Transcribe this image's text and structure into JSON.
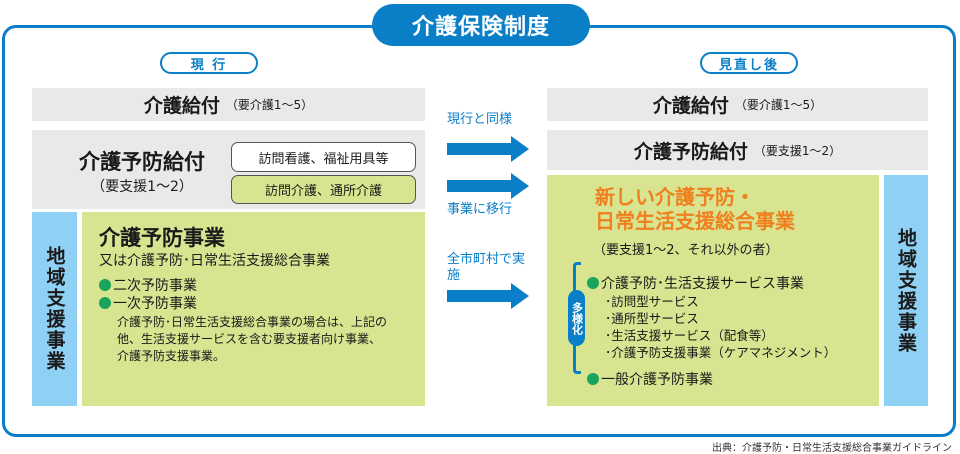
{
  "title": "介護保険制度",
  "colors": {
    "accent_blue": "#0a7fc8",
    "gray_box": "#e8e9e9",
    "green_box": "#d8e48f",
    "light_blue_box": "#8fd1f4",
    "orange_heading": "#f07f1e",
    "bullet_green": "#1aa35a"
  },
  "current": {
    "tag": "現 行",
    "kaigo_kyufu": {
      "label": "介護給付",
      "sub": "（要介護1～5）"
    },
    "yobou_kyufu": {
      "label": "介護予防給付",
      "sub": "（要支援1～2）",
      "items": [
        "訪問看護、福祉用具等",
        "訪問介護、通所介護"
      ]
    },
    "chiiki": "地域支援事業",
    "jigyou": {
      "title": "介護予防事業",
      "subtitle": "又は介護予防･日常生活支援総合事業",
      "bullets": [
        "二次予防事業",
        "一次予防事業"
      ],
      "note": "介護予防･日常生活支援総合事業の場合は、上記の他、生活支援サービスを含む要支援者向け事業、介護予防支援事業。"
    }
  },
  "arrows": [
    {
      "label": "現行と同様",
      "position": "above"
    },
    {
      "label": "事業に移行",
      "position": "below"
    },
    {
      "label": "全市町村で実施",
      "position": "above"
    }
  ],
  "revised": {
    "tag": "見直し後",
    "kaigo_kyufu": {
      "label": "介護給付",
      "sub": "（要介護1～5）"
    },
    "yobou_kyufu": {
      "label": "介護予防給付",
      "sub": "（要支援1～2）"
    },
    "new_jigyou": {
      "title_line1": "新しい介護予防・",
      "title_line2": "日常生活支援総合事業",
      "target": "（要支援1～2、それ以外の者）",
      "diversify_label": "多様化",
      "bullet1": "介護予防･生活支援サービス事業",
      "sub_items": [
        "･訪問型サービス",
        "･通所型サービス",
        "･生活支援サービス（配食等）",
        "･介護予防支援事業（ケアマネジメント）"
      ],
      "bullet2": "一般介護予防事業"
    },
    "chiiki": "地域支援事業"
  },
  "source": "出典：介護予防・日常生活支援総合事業ガイドライン"
}
